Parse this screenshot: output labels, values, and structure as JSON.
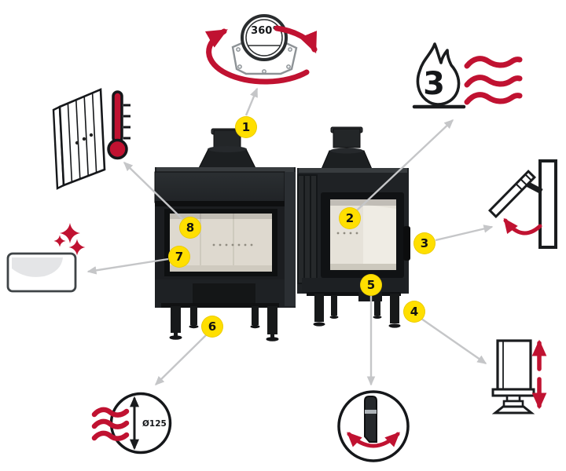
{
  "diagram": {
    "title": "fireplace-insert-features-diagram",
    "colors": {
      "accent_red": "#c01231",
      "badge_yellow": "#ffdf00",
      "stove_black": "#1f2225",
      "firebox_beige": "#ded9cf",
      "connector_gray": "#c5c6c8",
      "outline_black": "#1a1c1e"
    },
    "labels": {
      "rotation_degrees": "360°",
      "flame_count": "3",
      "outlet_diameter": "Ø125"
    },
    "badges": [
      {
        "number": "1",
        "feature_icon": "rotating-flue-collar-icon"
      },
      {
        "number": "2",
        "feature_icon": "flame-heat-waves-icon"
      },
      {
        "number": "3",
        "feature_icon": "air-damper-lever-icon"
      },
      {
        "number": "4",
        "feature_icon": "height-adjustable-leg-icon"
      },
      {
        "number": "5",
        "feature_icon": "control-handle-icon"
      },
      {
        "number": "6",
        "feature_icon": "duct-diameter-icon"
      },
      {
        "number": "7",
        "feature_icon": "clean-glass-sparkles-icon"
      },
      {
        "number": "8",
        "feature_icon": "heating-panel-thermometer-icon"
      }
    ]
  }
}
